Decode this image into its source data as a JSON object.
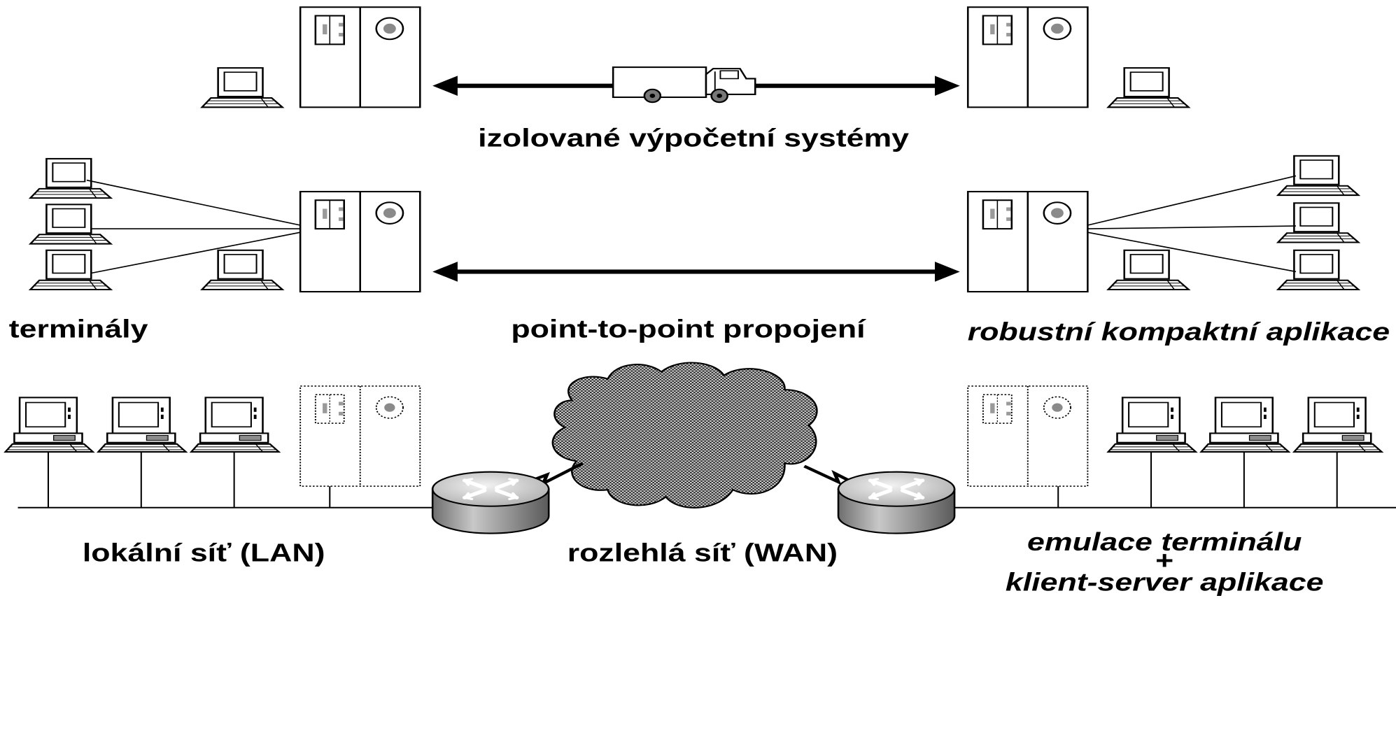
{
  "labels": {
    "isolated": "izolované výpočetní systémy",
    "terminals": "terminály",
    "point_to_point": "point-to-point propojení",
    "robust_apps": "robustní kompaktní aplikace",
    "lan": "lokální síť (LAN)",
    "wan": "rozlehlá síť (WAN)",
    "terminal_emulation": "emulace terminálu",
    "plus": "+",
    "client_server": "klient-server aplikace"
  }
}
